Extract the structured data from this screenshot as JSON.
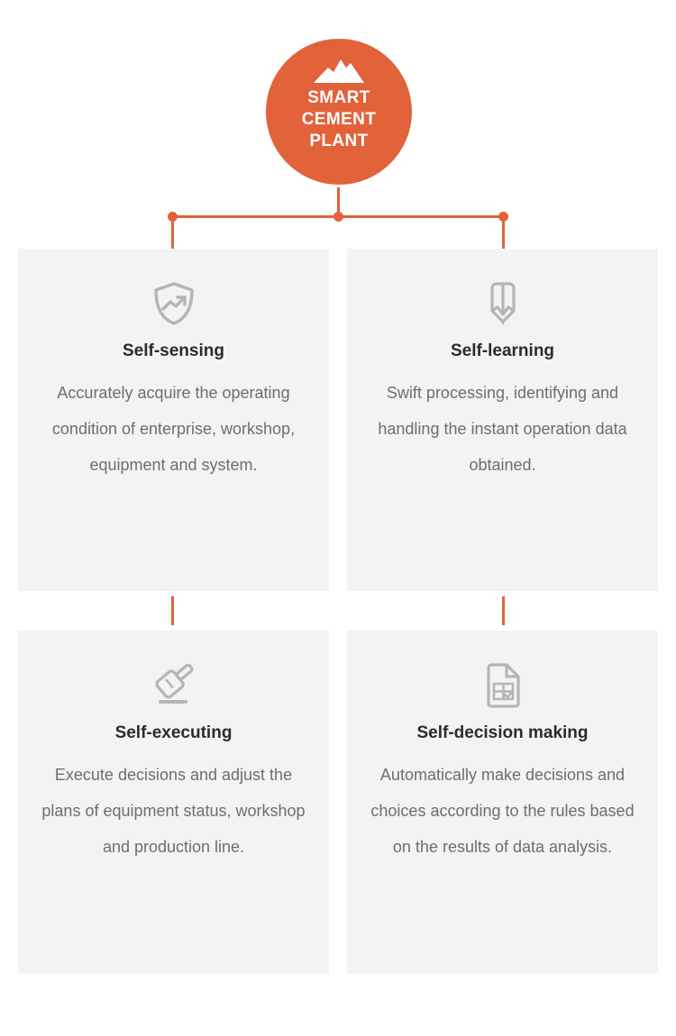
{
  "hub": {
    "icon": "mountain-icon",
    "title": "SMART\nCEMENT\nPLANT"
  },
  "colors": {
    "accent": "#E2623A",
    "card_background": "#F3F3F3",
    "title_text": "#2b2b2b",
    "body_text": "#6e6e6e",
    "icon_gray": "#b5b5b5"
  },
  "cards": [
    {
      "icon": "shield-trend-icon",
      "title": "Self-sensing",
      "body": "Accurately acquire the operating condition of enterprise, workshop, equipment and system."
    },
    {
      "icon": "pencil-icon",
      "title": "Self-learning",
      "body": "Swift processing, identifying and handling the instant operation data obtained."
    },
    {
      "icon": "gavel-icon",
      "title": "Self-executing",
      "body": "Execute decisions and adjust the plans of equipment status, workshop and production line."
    },
    {
      "icon": "document-table-check-icon",
      "title": "Self-decision making",
      "body": "Automatically make decisions and choices according to the rules based on the results of data analysis."
    }
  ]
}
